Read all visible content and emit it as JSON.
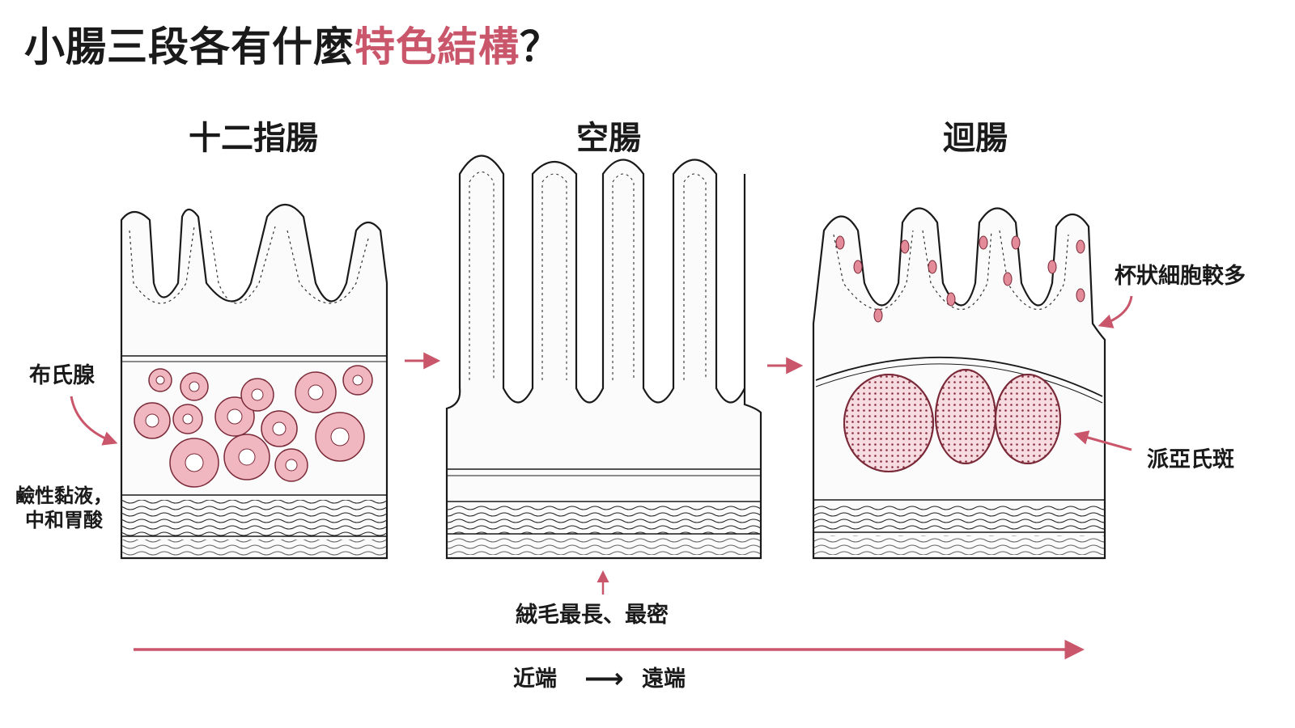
{
  "title": {
    "prefix": "小腸三段各有什麼",
    "highlight": "特色結構",
    "suffix": "？"
  },
  "segments": [
    {
      "name": "十二指腸"
    },
    {
      "name": "空腸"
    },
    {
      "name": "迴腸"
    }
  ],
  "annotations": {
    "brunner": "布氏腺",
    "mucus_line1": "鹼性黏液，",
    "mucus_line2": "中和胃酸",
    "villi": "絨毛最長、最密",
    "goblet": "杯狀細胞較多",
    "peyer": "派亞氏斑"
  },
  "gradient": {
    "proximal": "近端",
    "arrow": "⟶",
    "distal": "遠端"
  },
  "colors": {
    "accent": "#c9566a",
    "gland_fill": "#f1b7c0",
    "ink": "#1a1a1a"
  }
}
